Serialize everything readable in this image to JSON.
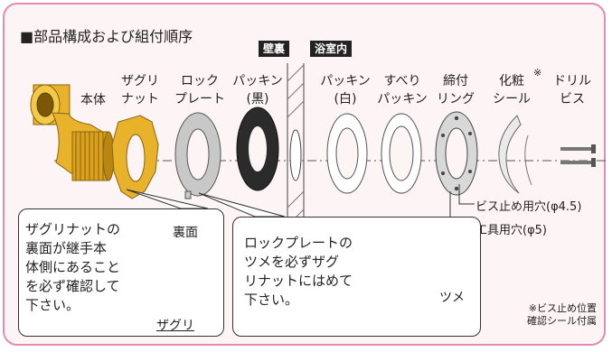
{
  "title": "■部品構成および組付順序",
  "tags": {
    "wall_back": "壁裏",
    "bathroom_inside": "浴室内"
  },
  "parts": [
    {
      "label": "本体"
    },
    {
      "label": "ザグリ\nナット"
    },
    {
      "label": "ロック\nプレート"
    },
    {
      "label": "パッキン\n(黒)"
    },
    {
      "label": "パッキン\n(白)"
    },
    {
      "label": "すべり\nパッキン"
    },
    {
      "label": "締付\nリング"
    },
    {
      "label": "化粧\nシール"
    },
    {
      "label": "ドリル\nビス"
    }
  ],
  "asterisk": "※",
  "hole_labels": {
    "screw_hole": "ビス止め用穴(φ4.5)",
    "tool_hole": "工具用穴(φ5)"
  },
  "note_left": {
    "text": "ザグリナットの\n裏面が継手本\n体側にあること\nを必ず確認して\n下さい。",
    "back_label": "裏面",
    "zaguri_label": "ザグリ"
  },
  "note_middle": {
    "text": "ロックプレートの\nツメを必ずザグ\nリナットにはめて\n下さい。",
    "tsume_label": "ツメ"
  },
  "footnote": "※ビス止め位置\n確認シール付属",
  "colors": {
    "frame": "#e48bb1",
    "background": "#fdf4f6",
    "brass": "#e8b32a",
    "black_packing": "#2b2b2b",
    "plate": "#c8c8c8"
  }
}
